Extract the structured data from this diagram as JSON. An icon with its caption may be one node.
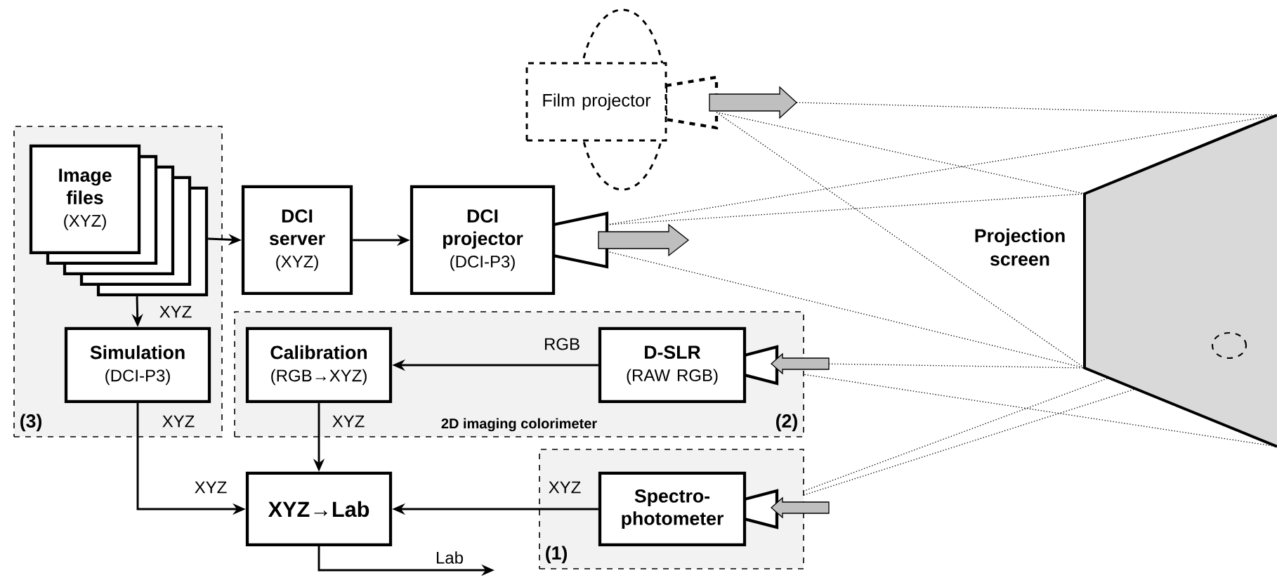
{
  "diagram": {
    "nodes": [
      {
        "text": [
          "(3)"
        ]
      },
      {
        "text": [
          "Image files",
          "(XYZ)"
        ],
        "in": 0
      },
      {
        "text": [
          "Simulation",
          "(DCI-P3)"
        ],
        "in": 0,
        "beside": [
          "XYZ"
        ]
      },
      {
        "text": [
          "DCI server",
          "(XYZ)"
        ]
      },
      {
        "text": [
          "DCI projector",
          "(DCI-P3)"
        ]
      },
      {
        "text": [
          "Film projector"
        ]
      },
      {
        "text": [
          "Projection screen"
        ]
      },
      {
        "text": [
          "2D imaging colorimeter",
          "(2)"
        ]
      },
      {
        "text": [
          "Calibration",
          "(RGB→XYZ)"
        ],
        "in": 7
      },
      {
        "text": [
          "D-SLR",
          "(RAW RGB)"
        ],
        "in": 7
      },
      {
        "text": [
          "XYZ→Lab"
        ]
      },
      {
        "text": [
          "(1)"
        ]
      },
      {
        "text": [
          "Spectro-photometer"
        ],
        "in": 11
      }
    ],
    "edges": [
      {
        "from": 1,
        "to": 3,
        "arrow": "to"
      },
      {
        "from": 3,
        "to": 4,
        "arrow": "to"
      },
      {
        "from": 1,
        "to": 2,
        "arrow": "to",
        "label": "XYZ"
      },
      {
        "from": 9,
        "to": 8,
        "arrow": "to",
        "label": "RGB"
      },
      {
        "from": 8,
        "to": 10,
        "arrow": "to",
        "label": "XYZ"
      },
      {
        "from": 2,
        "to": 10,
        "arrow": "to",
        "label": "XYZ"
      },
      {
        "from": 12,
        "to": 10,
        "arrow": "to",
        "label": "XYZ"
      },
      {
        "from": 10,
        "to": null,
        "arrow": "to",
        "label": "Lab"
      }
    ]
  }
}
